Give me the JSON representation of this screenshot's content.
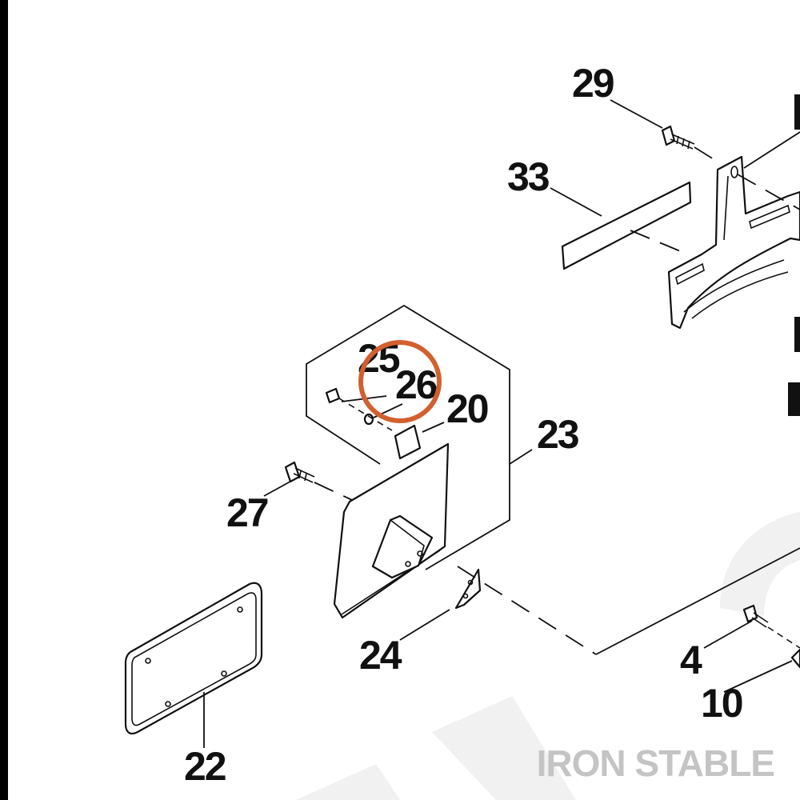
{
  "callouts": [
    {
      "id": "29",
      "text": "29"
    },
    {
      "id": "33",
      "text": "33"
    },
    {
      "id": "25",
      "text": "25"
    },
    {
      "id": "26",
      "text": "26"
    },
    {
      "id": "20",
      "text": "20"
    },
    {
      "id": "23",
      "text": "23"
    },
    {
      "id": "27",
      "text": "27"
    },
    {
      "id": "24",
      "text": "24"
    },
    {
      "id": "22",
      "text": "22"
    },
    {
      "id": "4",
      "text": "4"
    },
    {
      "id": "10",
      "text": "10"
    }
  ],
  "highlight": {
    "callout": "26",
    "color": "#d2602f"
  },
  "watermark": {
    "text": "IRON STABLE",
    "color": "#c4c4c4"
  },
  "colors": {
    "ink": "#111111",
    "frame": "#000000",
    "watermark_shape": "#f1f1f1"
  }
}
